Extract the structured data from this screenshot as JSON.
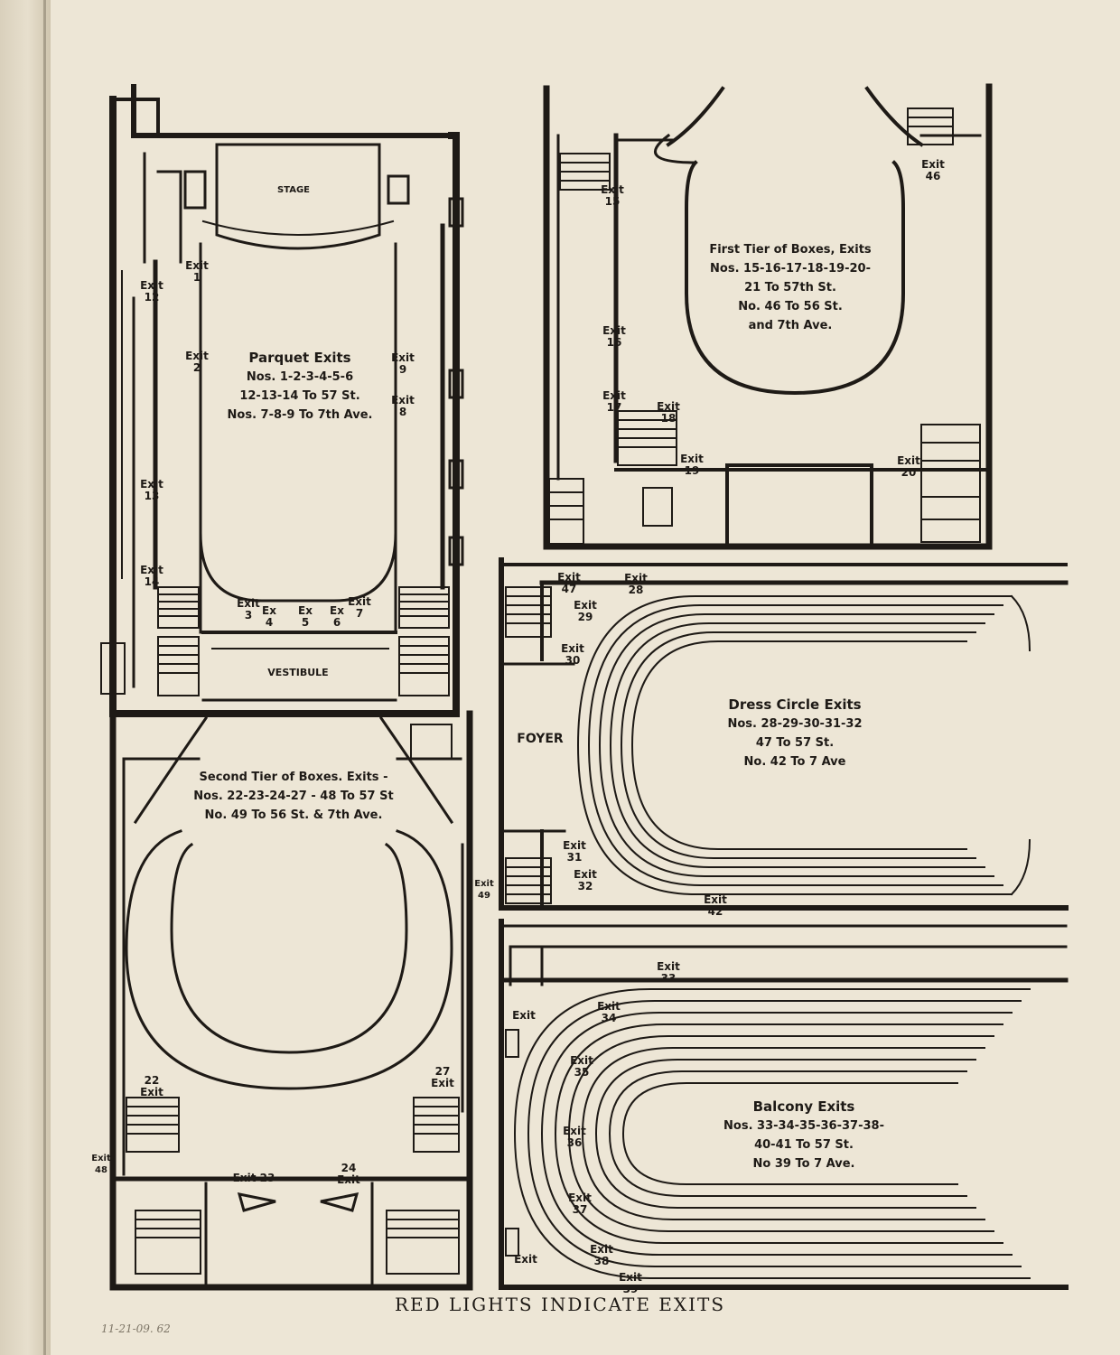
{
  "parquet": {
    "title": "Parquet Exits",
    "lines": [
      "Nos. 1-2-3-4-5-6",
      "12-13-14 To 57 St.",
      "Nos. 7-8-9 To 7th Ave."
    ],
    "stage": "STAGE",
    "vestibule": "VESTIBULE"
  },
  "first_tier": {
    "title": "First Tier of Boxes, Exits",
    "lines": [
      "Nos. 15-16-17-18-19-20-",
      "21 To 57th St.",
      "No. 46 To 56 St.",
      "and 7th Ave."
    ]
  },
  "second_tier": {
    "title": "Second Tier of Boxes. Exits -",
    "lines": [
      "Nos. 22-23-24-27 - 48 To 57 St",
      "No. 49 To 56 St. & 7th Ave."
    ]
  },
  "dress_circle": {
    "title": "Dress Circle Exits",
    "lines": [
      "Nos. 28-29-30-31-32",
      "47 To 57 St.",
      "No. 42 To 7 Ave"
    ],
    "foyer": "FOYER"
  },
  "balcony": {
    "title": "Balcony Exits",
    "lines": [
      "Nos. 33-34-35-36-37-38-",
      "40-41 To 57 St.",
      "No 39 To 7 Ave."
    ]
  },
  "exits": {
    "e1": "Exit\n1",
    "e2": "Exit\n2",
    "e3": "Exit\n3",
    "e4": "Ex\n4",
    "e5": "Ex\n5",
    "e6": "Ex\n6",
    "e7": "Exit\n7",
    "e8": "Exit\n8",
    "e9": "Exit\n9",
    "e12": "Exit\n12",
    "e13": "Exit\n13",
    "e14": "Exit\n14",
    "e15": "Exit\n15",
    "e16": "Exit\n16",
    "e17": "Exit\n17",
    "e18": "Exit\n18",
    "e19": "Exit\n19",
    "e20": "Exit\n20",
    "e46": "Exit\n46",
    "e22": "22\nExit",
    "e23": "Exit 23",
    "e24": "24\nExit",
    "e27": "27\nExit",
    "e48": "Exit\n48",
    "e49": "Exit\n49",
    "e28": "Exit\n28",
    "e29": "Exit\n29",
    "e30": "Exit\n30",
    "e31": "Exit\n31",
    "e32": "Exit\n32",
    "e42": "Exit\n42",
    "e47": "Exit\n47",
    "e33": "Exit\n33",
    "e34": "Exit\n34",
    "e35": "Exit\n35",
    "e36": "Exit\n36",
    "e37": "Exit\n37",
    "e38": "Exit\n38",
    "e39": "Exit\n39",
    "e40": "Exit",
    "e41": "Exit"
  },
  "footer": "RED LIGHTS INDICATE EXITS",
  "catalog_note": "11-21-09. 62"
}
